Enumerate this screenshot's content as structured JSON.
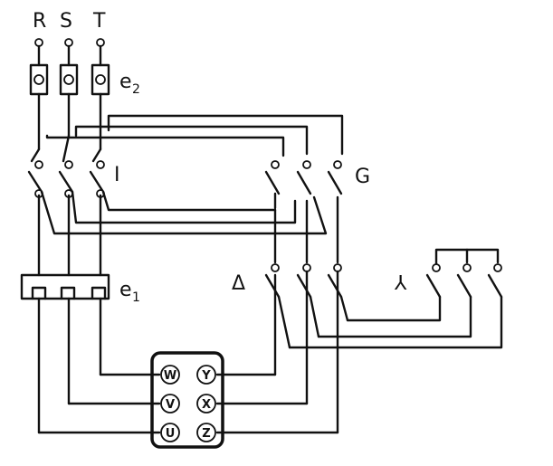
{
  "phases": [
    "R",
    "S",
    "T"
  ],
  "fuse_label": "e",
  "fuse_index": "2",
  "relay_label": "e",
  "relay_index": "1",
  "switch_roman": "I",
  "switch_g": "G",
  "delta_symbol": "Δ",
  "star_symbol": "⅄",
  "terminals": [
    "W",
    "Y",
    "V",
    "X",
    "U",
    "Z"
  ]
}
